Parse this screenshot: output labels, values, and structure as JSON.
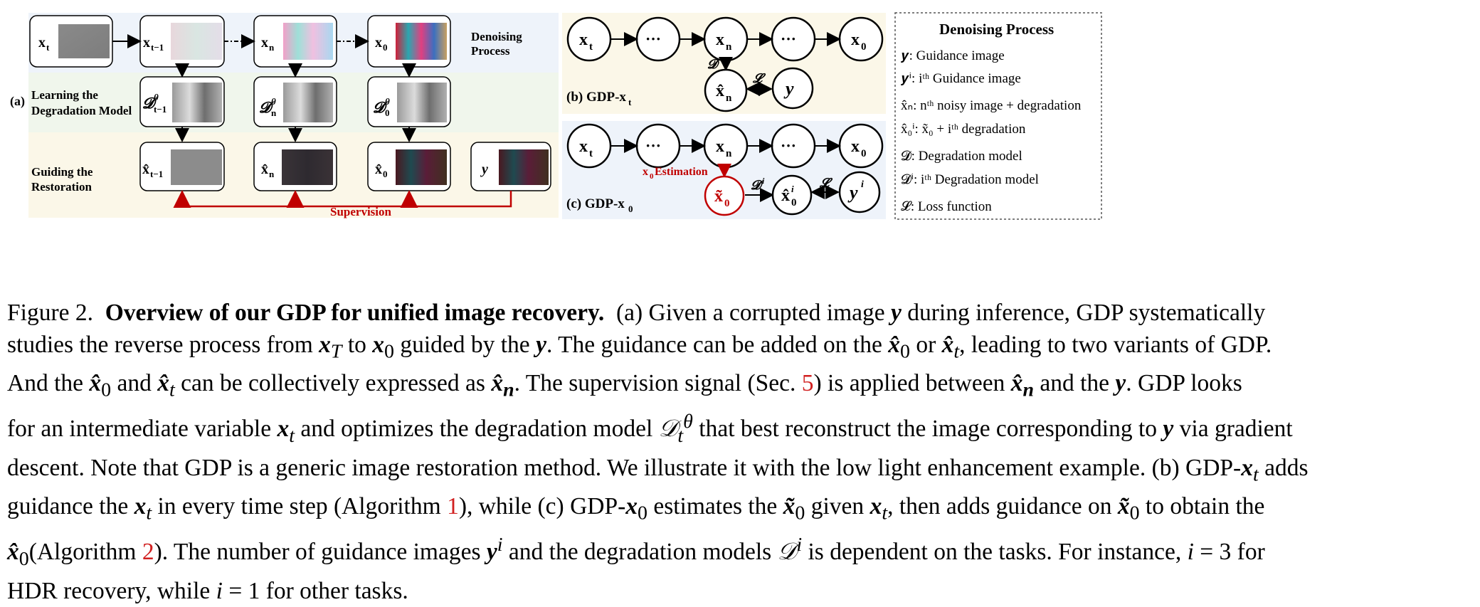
{
  "panel_a": {
    "label": "(a)",
    "row_labels": {
      "denoising": [
        "Denoising",
        "Process"
      ],
      "learning": [
        "Learning the",
        "Degradation Model"
      ],
      "guiding": [
        "Guiding the",
        "Restoration"
      ]
    },
    "top_nodes": [
      "x",
      "x",
      "x",
      "x"
    ],
    "top_subs": [
      "t",
      "t−1",
      "n",
      "0"
    ],
    "supervision_label": "Supervision"
  },
  "panel_b": {
    "label": "(b) GDP-x",
    "label_sub": "t",
    "d_label": "𝓓",
    "loss_label": "𝓛"
  },
  "panel_c": {
    "label": "(c) GDP-x",
    "label_sub": "0",
    "estimation_label": "x",
    "estimation_sub": "0",
    "estimation_suffix": " Estimation"
  },
  "legend": {
    "title": "Denoising Process",
    "items": [
      "𝒚: Guidance image",
      "𝒚ⁱ: iᵗʰ Guidance image",
      "x̂ₙ: nᵗʰ noisy image + degradation",
      "x̂₀ⁱ: x̃₀ + iᵗʰ  degradation",
      "𝓓: Degradation model",
      "𝓓ⁱ: iᵗʰ Degradation model",
      "𝓛: Loss function"
    ]
  },
  "caption": {
    "prefix": "Figure 2.",
    "title": "Overview of our GDP for unified image recovery.",
    "ref_sec": "5",
    "ref_alg1": "1",
    "ref_alg2": "2"
  },
  "colors": {
    "panel_blue": "#eef3fa",
    "panel_green": "#f0f6ec",
    "panel_yellow": "#fbf7e8",
    "supervision_red": "#c00000"
  }
}
